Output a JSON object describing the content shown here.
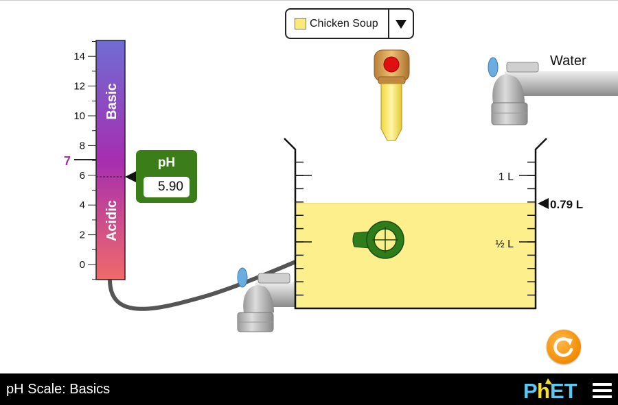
{
  "solute": {
    "selected": "Chicken Soup",
    "swatch_color": "#fbea7a",
    "arrow_icon": "caret-down-icon"
  },
  "water": {
    "label": "Water"
  },
  "ph_scale": {
    "ticks": [
      "14",
      "12",
      "10",
      "8",
      "6",
      "4",
      "2",
      "0"
    ],
    "neutral_label": "7",
    "basic_label": "Basic",
    "acidic_label": "Acidic",
    "top_color": "#6f6dd2",
    "mid_color": "#a62eb0",
    "bottom_color": "#f06a6a",
    "neutral_color": "#a0329b"
  },
  "ph_meter": {
    "title": "pH",
    "value": "5.90",
    "color": "#3a7d19"
  },
  "beaker": {
    "label_1l": "1 L",
    "label_half_l": "½ L",
    "volume_label": "0.79 L",
    "volume_liters": 0.79,
    "liquid_color": "#fdf08c"
  },
  "reset": {
    "icon": "reset-icon"
  },
  "nav": {
    "title": "pH Scale: Basics",
    "logo_text": "PhET",
    "menu_icon": "hamburger-menu-icon"
  }
}
